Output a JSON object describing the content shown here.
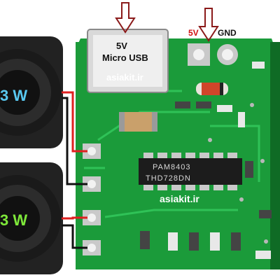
{
  "labels": {
    "power_5v": "5V",
    "gnd": "GND",
    "usb_voltage": "5V",
    "usb_type": "Micro USB",
    "website_top": "asiakit.ir",
    "chip_model": "PAM8403",
    "chip_code": "THD728DN",
    "website_bottom": "asiakit.ir",
    "speaker_top_power": "3 W",
    "speaker_bottom_power": "3 W"
  },
  "colors": {
    "pcb": "#1b9b3a",
    "arrow": "#8b1a1a",
    "wire_red": "#e02020",
    "wire_black": "#111111"
  }
}
